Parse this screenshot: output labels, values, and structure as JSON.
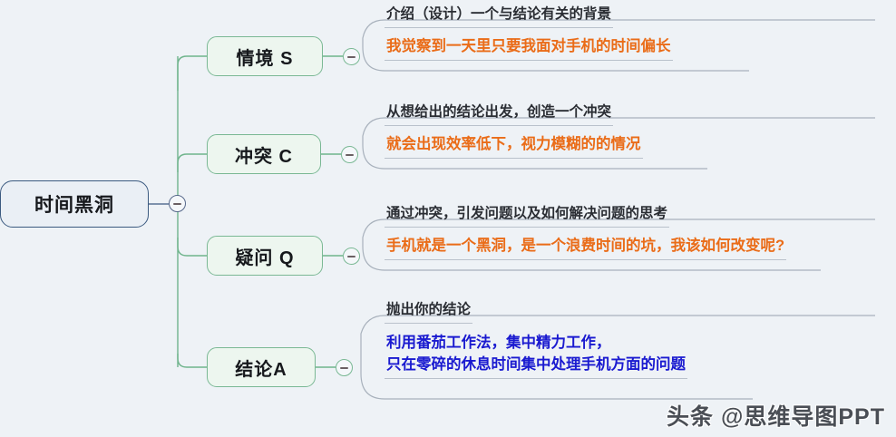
{
  "colors": {
    "background": "#eef2f6",
    "root_border": "#3b5a80",
    "root_fill": "#eaeff5",
    "branch_border": "#7ab894",
    "branch_fill": "#edf6ef",
    "connector_green": "#6fb48c",
    "connector_gray": "#a8b1bc",
    "caption_text": "#2a2d33",
    "detail_orange": "#ea6c18",
    "detail_blue": "#1a1ad0"
  },
  "root": {
    "label": "时间黑洞",
    "toggle_state": "expanded",
    "toggle_glyph": "minus"
  },
  "branches": [
    {
      "node_label": "情境 S",
      "toggle_state": "expanded",
      "toggle_glyph": "minus",
      "caption": "介绍（设计）一个与结论有关的背景",
      "detail": "我觉察到一天里只要我面对手机的时间偏长",
      "detail_color": "orange"
    },
    {
      "node_label": "冲突 C",
      "toggle_state": "expanded",
      "toggle_glyph": "minus",
      "caption": "从想给出的结论出发，创造一个冲突",
      "detail": "就会出现效率低下，视力模糊的的情况",
      "detail_color": "orange"
    },
    {
      "node_label": "疑问 Q",
      "toggle_state": "expanded",
      "toggle_glyph": "minus",
      "caption": "通过冲突，引发问题以及如何解决问题的思考",
      "detail": "手机就是一个黑洞，是一个浪费时间的坑，我该如何改变呢?",
      "detail_color": "orange"
    },
    {
      "node_label": "结论A",
      "toggle_state": "expanded",
      "toggle_glyph": "minus",
      "caption": "抛出你的结论",
      "detail": "利用番茄工作法，集中精力工作，\n只在零碎的休息时间集中处理手机方面的问题",
      "detail_color": "blue"
    }
  ],
  "watermark": {
    "text": "头条 @思维导图PPT"
  }
}
